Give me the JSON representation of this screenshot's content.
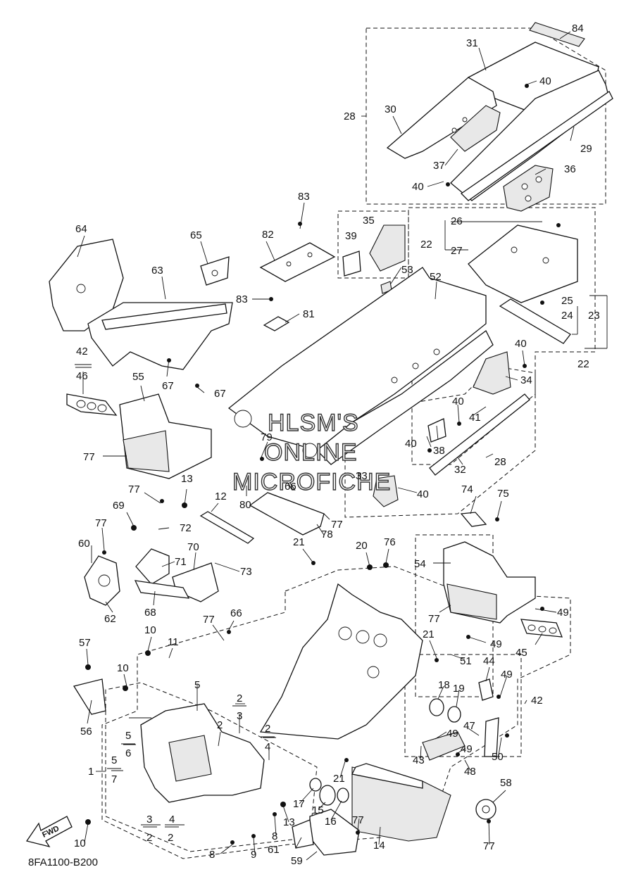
{
  "diagram_code": "8FA1100-B200",
  "fwd_label": "FWD",
  "watermark": [
    "HLSM'S",
    "ONLINE",
    "MICROFICHE"
  ],
  "callouts": {
    "c84": "84",
    "c31": "31",
    "c40a": "40",
    "c30": "30",
    "c28a": "28",
    "c29": "29",
    "c37": "37",
    "c36": "36",
    "c40b": "40",
    "c83a": "83",
    "c35": "35",
    "c39": "39",
    "c82": "82",
    "c26": "26",
    "c22a": "22",
    "c27": "27",
    "c64": "64",
    "c65": "65",
    "c63": "63",
    "c53": "53",
    "c52": "52",
    "c83b": "83",
    "c81": "81",
    "c25": "25",
    "c24": "24",
    "c23": "23",
    "c22b": "22",
    "c42a": "42",
    "c46": "46",
    "c67a": "67",
    "c67b": "67",
    "c55": "55",
    "c40c": "40",
    "c34": "34",
    "c40d": "40",
    "c41": "41",
    "c77a": "77",
    "c79": "79",
    "c38": "38",
    "c40e": "40",
    "c32": "32",
    "c28b": "28",
    "c66a": "66",
    "c33": "33",
    "c40f": "40",
    "c13a": "13",
    "c77b": "77",
    "c12": "12",
    "c74": "74",
    "c75": "75",
    "c69": "69",
    "c72": "72",
    "c80": "80",
    "c77c": "77",
    "c77d": "77",
    "c60": "60",
    "c70": "70",
    "c71": "71",
    "c73": "73",
    "c78": "78",
    "c21a": "21",
    "c20": "20",
    "c76": "76",
    "c54": "54",
    "c68": "68",
    "c62": "62",
    "c66b": "66",
    "c77e": "77",
    "c77f": "77",
    "c49a": "49",
    "c10a": "10",
    "c11": "11",
    "c21b": "21",
    "c49b": "49",
    "c45": "45",
    "c57": "57",
    "c51": "51",
    "c44": "44",
    "c10b": "10",
    "c18": "18",
    "c19": "19",
    "c49c": "49",
    "c5a": "5",
    "c2a": "2",
    "c3a": "3",
    "c42b": "42",
    "c56": "56",
    "c5b": "5",
    "c6": "6",
    "c2b": "2",
    "c4a": "4",
    "c47": "47",
    "c49d": "49",
    "c49e": "49",
    "c50": "50",
    "c43": "43",
    "c48": "48",
    "c5c": "5",
    "c7": "7",
    "c1": "1",
    "c21c": "21",
    "c58": "58",
    "c17": "17",
    "c15": "15",
    "c16": "16",
    "c13b": "13",
    "c77g": "77",
    "c14": "14",
    "c3b": "3",
    "c4b": "4",
    "c2c": "2",
    "c2d": "2",
    "c8a": "8",
    "c10c": "10",
    "c61": "61",
    "c59": "59",
    "c77h": "77",
    "c8b": "8",
    "c9": "9"
  }
}
